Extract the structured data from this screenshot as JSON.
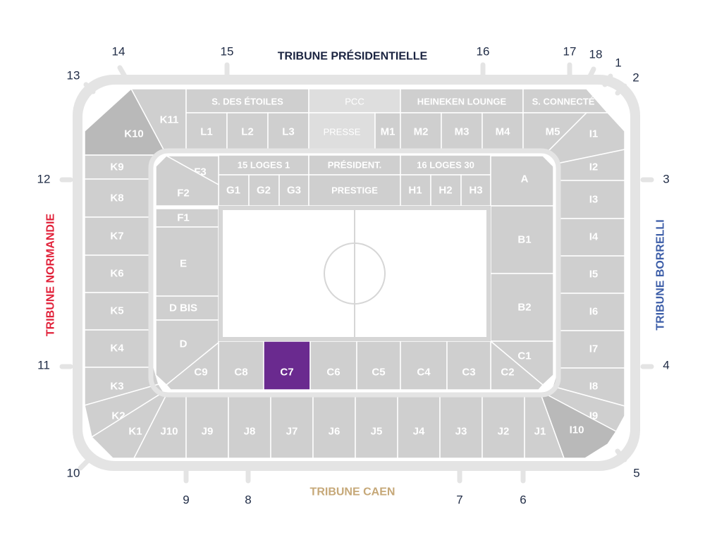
{
  "colors": {
    "section": "#cfcfcf",
    "section_dark": "#b9b9b9",
    "highlight": "#6a2a8f",
    "nord_text": "#1a2340",
    "ouest_text": "#e1223a",
    "est_text": "#3d5ea8",
    "sud_text": "#c6a878"
  },
  "tribunes": {
    "nord": "TRIBUNE PRÉSIDENTIELLE",
    "ouest": "TRIBUNE NORMANDIE",
    "est": "TRIBUNE BORRELLI",
    "sud": "TRIBUNE CAEN"
  },
  "gate_numbers": [
    "1",
    "2",
    "3",
    "4",
    "5",
    "6",
    "7",
    "8",
    "9",
    "10",
    "11",
    "12",
    "13",
    "14",
    "15",
    "16",
    "17",
    "18"
  ],
  "sections": {
    "nord_top": [
      "S. DES ÉTOILES",
      "PCC",
      "HEINEKEN LOUNGE",
      "S. CONNECTÉ"
    ],
    "nord_mid": [
      "K11",
      "L1",
      "L2",
      "L3",
      "PRESSE",
      "M1",
      "M2",
      "M3",
      "M4",
      "M5"
    ],
    "nord_loges": [
      "15  LOGES  1",
      "PRÉSIDENT.",
      "16  LOGES  30"
    ],
    "nord_low": [
      "G1",
      "G2",
      "G3",
      "PRESTIGE",
      "H1",
      "H2",
      "H3"
    ],
    "ouest_outer": [
      "K10",
      "K9",
      "K8",
      "K7",
      "K6",
      "K5",
      "K4",
      "K3",
      "K2",
      "K1"
    ],
    "ouest_inner": [
      "F3",
      "F2",
      "F1",
      "E",
      "D BIS",
      "D",
      "C9"
    ],
    "est_outer": [
      "I1",
      "I2",
      "I3",
      "I4",
      "I5",
      "I6",
      "I7",
      "I8",
      "I9",
      "I10"
    ],
    "est_inner": [
      "A",
      "B1",
      "B2",
      "C1",
      "C2"
    ],
    "sud_inner": [
      "C8",
      "C7",
      "C6",
      "C5",
      "C4",
      "C3"
    ],
    "sud_outer": [
      "J10",
      "J9",
      "J8",
      "J7",
      "J6",
      "J5",
      "J4",
      "J3",
      "J2",
      "J1"
    ]
  },
  "highlighted_section": "C7"
}
